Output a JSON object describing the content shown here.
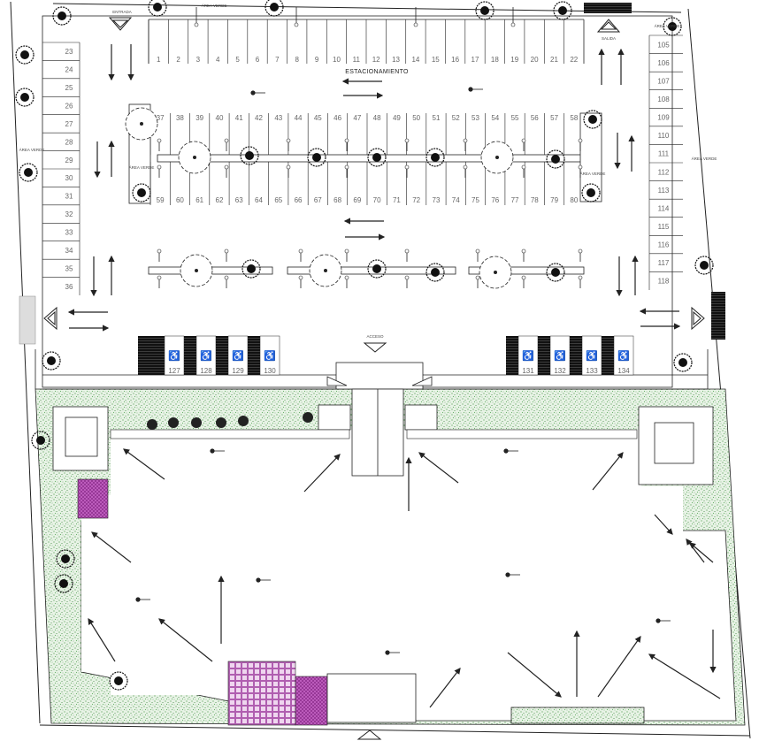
{
  "title": "ESTACIONAMIENTO",
  "labels": {
    "entrada": "ENTRADA",
    "salida": "SALIDA",
    "area_verde": "ÁREA VERDE",
    "acceso": "ACCESO"
  },
  "stalls": {
    "top_row": [
      "1",
      "2",
      "3",
      "4",
      "5",
      "6",
      "7",
      "8",
      "9",
      "10",
      "11",
      "12",
      "13",
      "14",
      "15",
      "16",
      "17",
      "18",
      "19",
      "20",
      "21",
      "22"
    ],
    "left_column": [
      "23",
      "24",
      "25",
      "26",
      "27",
      "28",
      "29",
      "30",
      "31",
      "32",
      "33",
      "34",
      "35",
      "36"
    ],
    "island_top": [
      "37",
      "38",
      "39",
      "40",
      "41",
      "42",
      "43",
      "44",
      "45",
      "46",
      "47",
      "48",
      "49",
      "50",
      "51",
      "52",
      "53",
      "54",
      "55",
      "56",
      "57",
      "58"
    ],
    "island_bottom": [
      "59",
      "60",
      "61",
      "62",
      "63",
      "64",
      "65",
      "66",
      "67",
      "68",
      "69",
      "70",
      "71",
      "72",
      "73",
      "74",
      "75",
      "76",
      "77",
      "78",
      "79",
      "80"
    ],
    "right_column": [
      "105",
      "106",
      "107",
      "108",
      "109",
      "110",
      "111",
      "112",
      "113",
      "114",
      "115",
      "116",
      "117",
      "118"
    ],
    "accessible_left": [
      "127",
      "128",
      "129",
      "130"
    ],
    "accessible_right": [
      "131",
      "132",
      "133",
      "134"
    ]
  },
  "colors": {
    "line": "#222222",
    "grass": "#7fbf7f",
    "grass_bg": "#e6f2e6",
    "paver": "#b050b0",
    "paver_bg": "#f1d8f1"
  }
}
